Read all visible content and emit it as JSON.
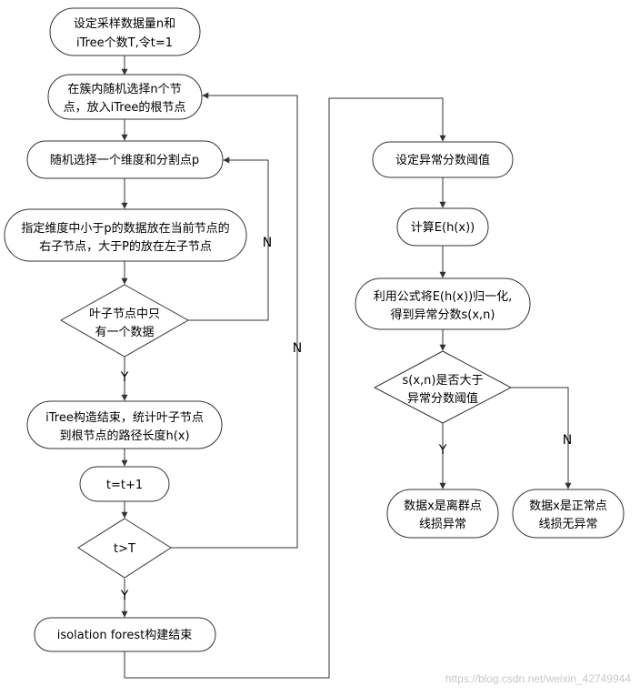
{
  "nodes": {
    "init": [
      "设定采样数据量n和",
      "iTree个数T,令t=1"
    ],
    "sample": [
      "在簇内随机选择n个节",
      "点，放入iTree的根节点"
    ],
    "pick_dim": [
      "随机选择一个维度和分割点p"
    ],
    "split": [
      "指定维度中小于p的数据放在当前节点的",
      "右子节点，大于P的放在左子节点"
    ],
    "leaf_check": [
      "叶子节点中只",
      "有一个数据"
    ],
    "itree_end": [
      "iTree构造结束，统计叶子节点",
      "到根节点的路径长度h(x)"
    ],
    "increment": [
      "t=t+1"
    ],
    "t_check": [
      "t>T"
    ],
    "forest_end": [
      "isolation forest构建结束"
    ],
    "threshold": [
      "设定异常分数阈值"
    ],
    "compute": [
      "计算E(h(x))"
    ],
    "normalize": [
      "利用公式将E(h(x))归一化,",
      "得到异常分数s(x,n)"
    ],
    "score_check": [
      "s(x,n)是否大于",
      "异常分数阈值"
    ],
    "outlier": [
      "数据x是离群点",
      "线损异常"
    ],
    "normal": [
      "数据x是正常点",
      "线损无异常"
    ]
  },
  "edge_labels": {
    "leaf_no": "N",
    "leaf_yes": "Y",
    "t_no": "N",
    "t_yes": "Y",
    "score_yes": "Y",
    "score_no": "N"
  },
  "watermark": "https://blog.csdn.net/weixin_42749944",
  "colors": {
    "stroke": "#333333",
    "fill": "#ffffff",
    "text": "#000000"
  }
}
